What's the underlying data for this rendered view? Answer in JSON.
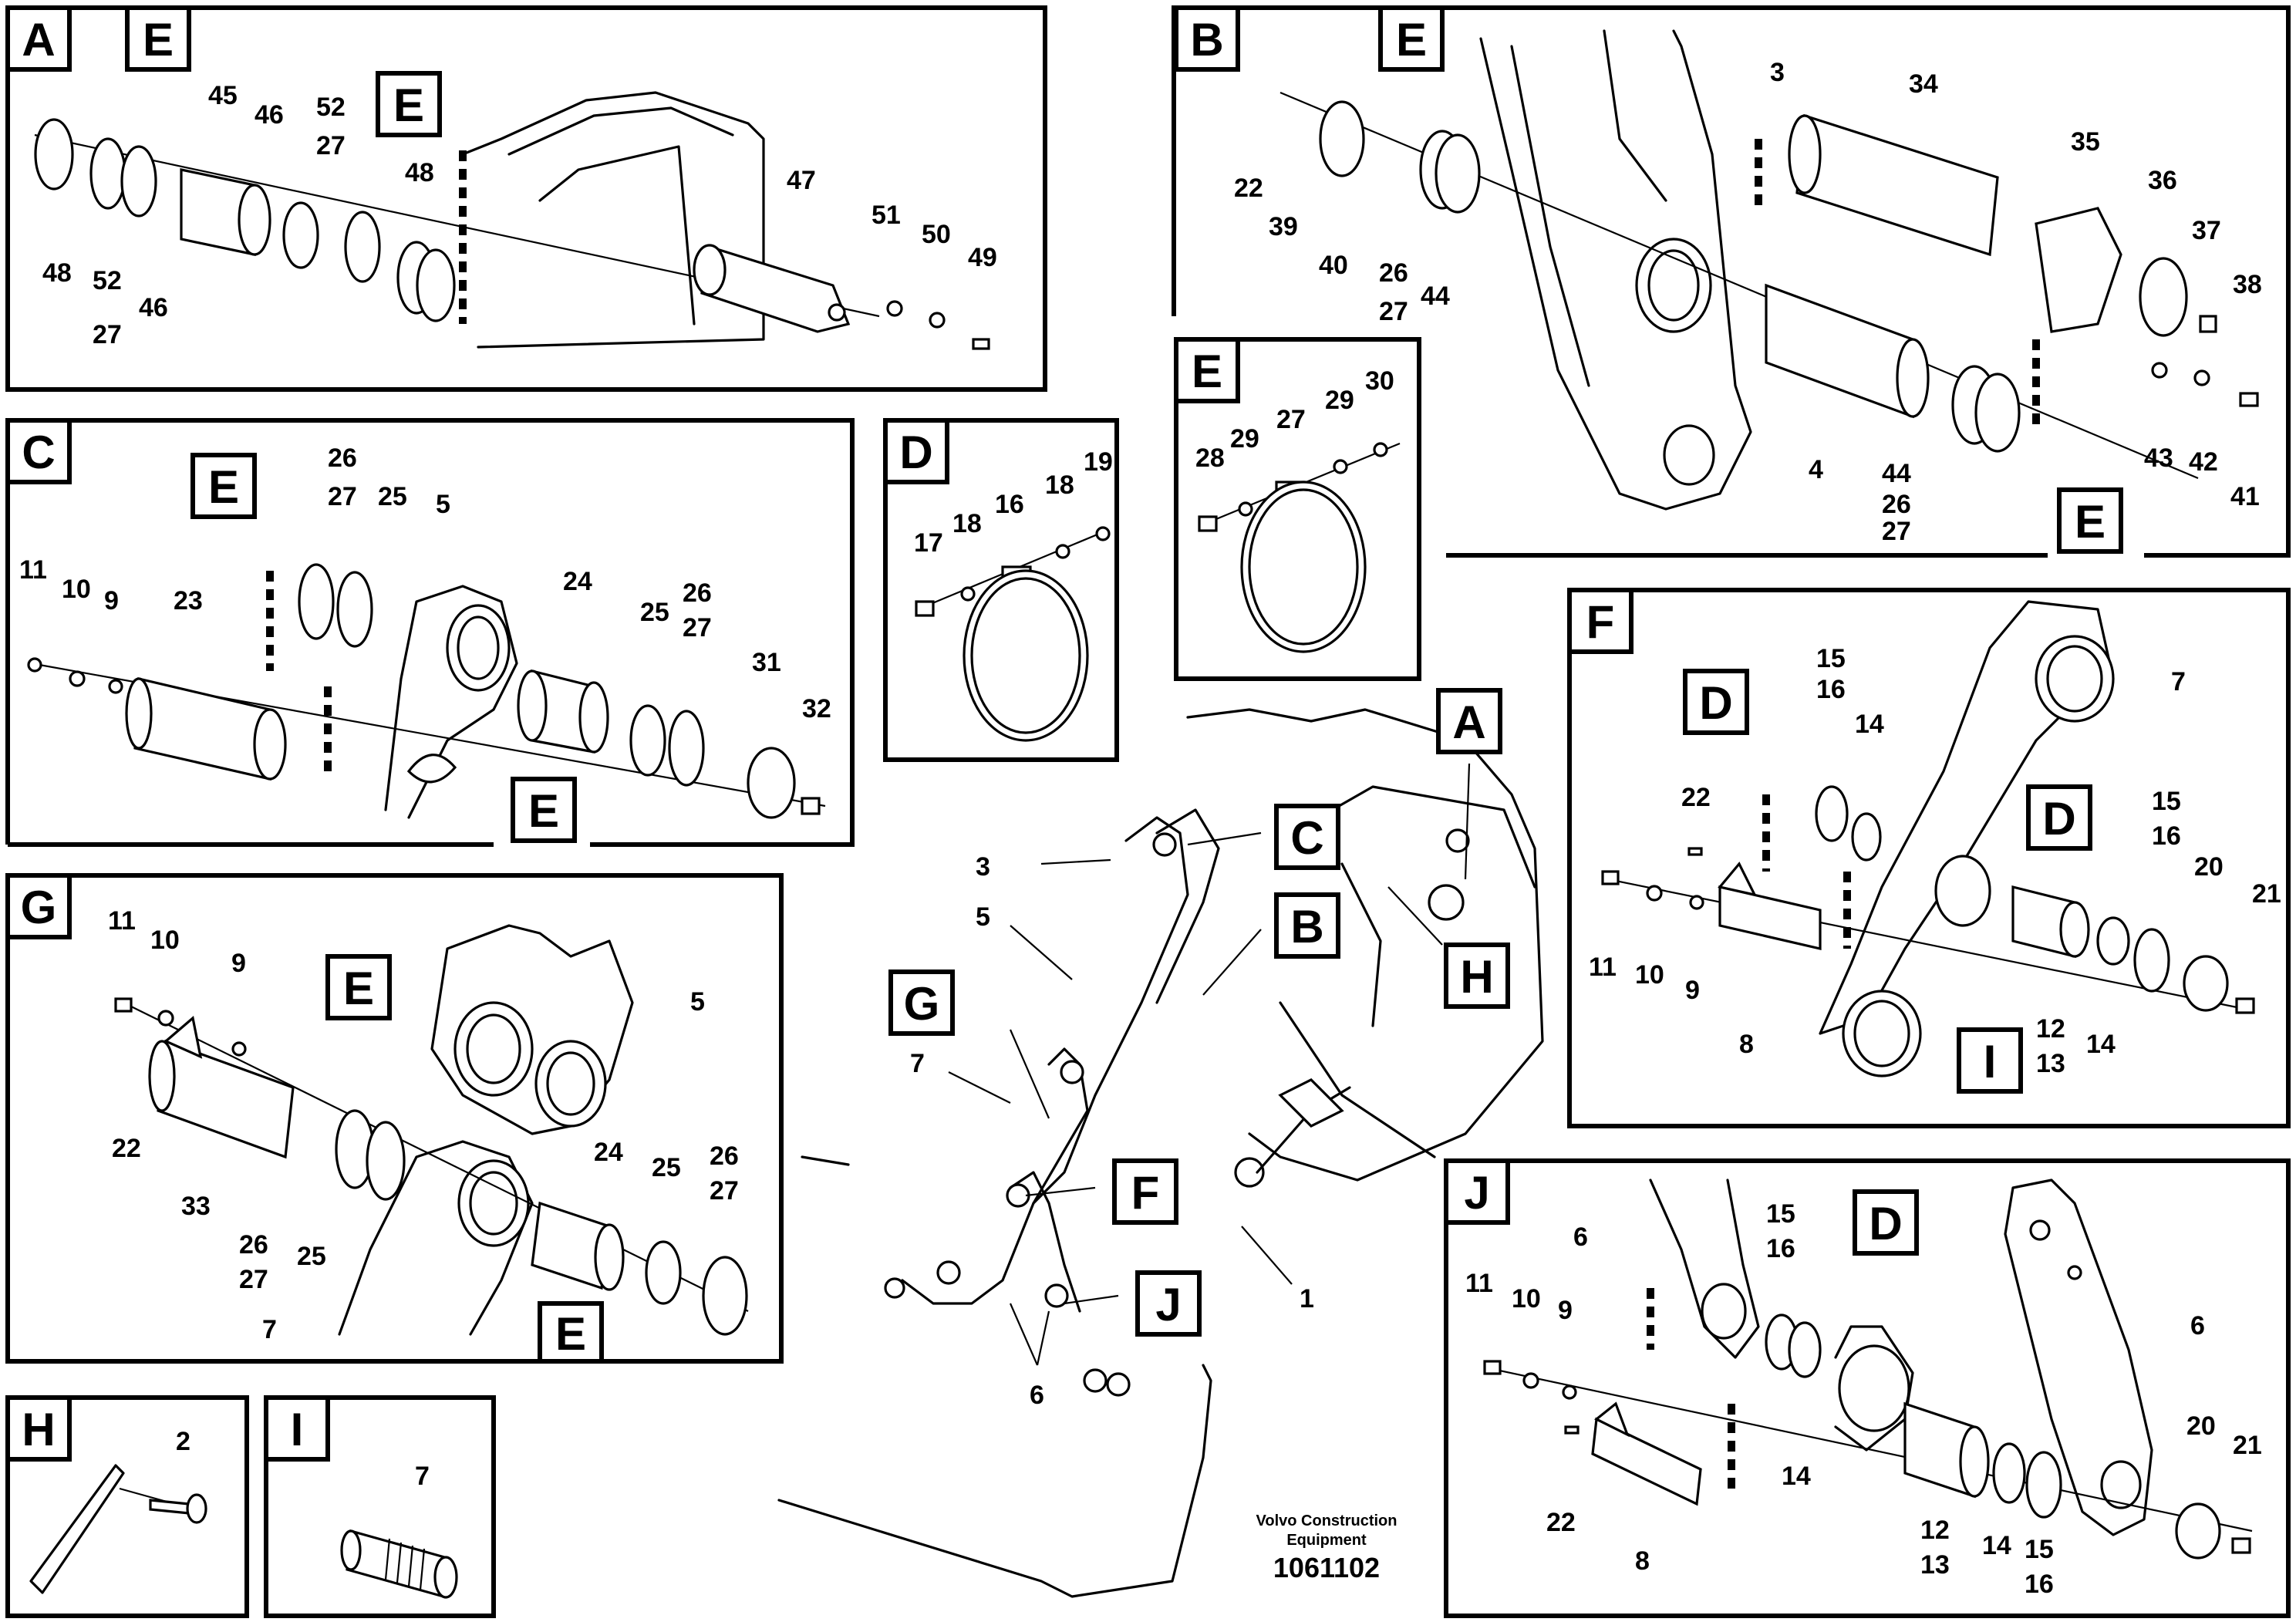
{
  "panels": {
    "A": {
      "tag": "A",
      "detail_tag": "E",
      "labels": [
        "48",
        "52",
        "27",
        "46",
        "45",
        "46",
        "52",
        "27",
        "48",
        "47",
        "51",
        "50",
        "49"
      ]
    },
    "B": {
      "tag": "B",
      "detail_tag": "E",
      "labels": [
        "22",
        "39",
        "40",
        "26",
        "27",
        "44",
        "3",
        "34",
        "35",
        "36",
        "37",
        "38",
        "4",
        "44",
        "26",
        "27",
        "43",
        "42",
        "41"
      ]
    },
    "C": {
      "tag": "C",
      "detail_tag": "E",
      "labels": [
        "11",
        "10",
        "9",
        "23",
        "26",
        "27",
        "25",
        "5",
        "24",
        "25",
        "26",
        "27",
        "31",
        "32"
      ]
    },
    "D": {
      "tag": "D",
      "labels": [
        "17",
        "18",
        "16",
        "18",
        "19"
      ]
    },
    "E": {
      "tag": "E",
      "labels": [
        "28",
        "29",
        "27",
        "29",
        "30"
      ]
    },
    "F": {
      "tag": "F",
      "detail_tags": [
        "D",
        "I"
      ],
      "labels": [
        "22",
        "15",
        "16",
        "14",
        "7",
        "15",
        "16",
        "20",
        "21",
        "11",
        "10",
        "9",
        "8",
        "12",
        "13",
        "14"
      ]
    },
    "G": {
      "tag": "G",
      "detail_tag": "E",
      "labels": [
        "11",
        "10",
        "9",
        "22",
        "33",
        "26",
        "27",
        "25",
        "5",
        "24",
        "25",
        "26",
        "27",
        "7"
      ]
    },
    "H": {
      "tag": "H",
      "labels": [
        "2"
      ]
    },
    "I": {
      "tag": "I",
      "labels": [
        "7"
      ]
    },
    "J": {
      "tag": "J",
      "detail_tag": "D",
      "labels": [
        "6",
        "15",
        "16",
        "11",
        "10",
        "9",
        "22",
        "8",
        "14",
        "12",
        "13",
        "14",
        "15",
        "16",
        "6",
        "20",
        "21"
      ]
    }
  },
  "overview": {
    "callouts": [
      "A",
      "B",
      "C",
      "F",
      "G",
      "H",
      "J"
    ],
    "labels": [
      "3",
      "5",
      "7",
      "1",
      "6"
    ]
  },
  "footer": {
    "company": "Volvo Construction",
    "company_line2": "Equipment",
    "doc_number": "1061102"
  }
}
